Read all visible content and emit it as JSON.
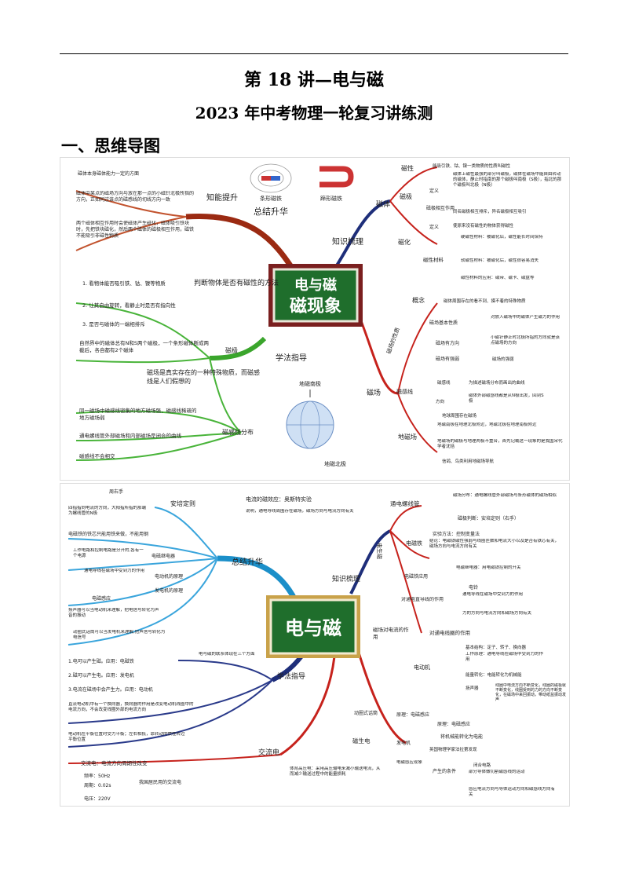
{
  "header": {
    "title": "第 18 讲—电与磁",
    "subtitle": "2023 年中考物理一轮复习讲练测",
    "section": "一、思维导图"
  },
  "map1": {
    "center": {
      "line1": "电与磁",
      "line2": "磁现象"
    },
    "branches": {
      "summary": "总结升华",
      "knowledge": "知识梳理",
      "method": "学法指导"
    },
    "left": {
      "zhineng": "知能提升",
      "top_note": "磁体本身磁体能力一定的方面",
      "note1": "磁体中某点的磁场方向与放在那一点的小磁针北极所指的方向，正如同过该点的磁感线的切线方向一致",
      "note2": "两个磁体相互作用时会使磁体产生磁化，磁体吸引铁块时，先把铁块磁化，然后两个磁体的磁极相互作用，磁铁不能吸引非磁性物质",
      "judge": "判断物体是否有磁性的方法",
      "judge_items": [
        "1. 看物体能否吸引铁、钴、镍等物质",
        "2. 让其自由旋转，看静止时是否有指向性",
        "3. 是否与磁体的一端相排斥"
      ],
      "pole_label": "磁极",
      "pole_text": "自然界中的磁体总有N和S两个磁极，一个条形磁体断成两截后，各自都有2个磁体",
      "field_text": "磁场是真实存在的一种特殊物质，而磁感线是人们假想的",
      "dist_label": "磁感线分布",
      "dist_items": [
        "同一磁场中磁感线密集的地方磁场强，磁感线稀疏的地方磁场弱",
        "通电螺线管外部磁场和内部磁场是闭合的曲线",
        "磁感线不会相交"
      ],
      "img1": "条形磁铁",
      "img2": "蹄形磁铁",
      "earth_top": "地磁南极",
      "earth_bottom": "地磁北极"
    },
    "right": {
      "magnet": "磁体",
      "magnetism": "磁性",
      "magnetism_text": "能吸引铁、钴、镍一类物质的性质叫磁性",
      "pole": "磁极",
      "def": "定义",
      "def_text": "磁体上磁性最强的部分叫磁极，磁体在磁场中能自由转动的磁体，静止时指南的那个磁极叫南极（S极），指北的那个磁极叫北极（N极）",
      "interact": "磁极相互作用",
      "interact_text": "同名磁极相互排斥，异名磁极相互吸引",
      "magnetize": "磁化",
      "magnetize_def": "定义",
      "magnetize_text": "使原来没有磁性的物体获得磁性",
      "material": "磁性材料",
      "soft": "硬磁性材料：被磁化后，磁性能长时间保持",
      "hard": "软磁性材料：被磁化后，磁性很容易消失",
      "apps": "磁性材料的应用：磁带、磁卡、磁盘等",
      "concept": "概念",
      "concept_text": "磁体周围存在的看不到、摸不着的特殊物质",
      "field": "磁场",
      "basic": "磁场基本性质",
      "basic_text": "对放入磁场中的磁体产生磁力的作用",
      "direction": "磁场有方向",
      "direction_text": "小磁针静止时北极所指的方向就是该点磁场的方向",
      "strength": "磁场有强弱",
      "strength_text": "磁场的强弱",
      "property": "磁场的性质",
      "lines": "磁感线",
      "lines_def": "磁感线",
      "lines_def_text": "为描述磁场分布而画出的曲线",
      "lines_dir": "方向",
      "lines_dir_text": "磁体外部磁感线都是从N极出发，回到S极",
      "geo": "地磁场",
      "geo_items": [
        "地球周围存在磁场",
        "地磁南极在地理北极附近，地磁北极在地理南极附近",
        "地磁场的磁极与地理两极不重合，首先记载这一现象的是我国宋代学者沈括",
        "信鸽、鸟类利用地磁场导航"
      ]
    }
  },
  "map2": {
    "center": "电与磁",
    "branches": {
      "summary": "总结升华",
      "knowledge": "知识梳理",
      "method": "学法指导",
      "generate_elec": "磁生电",
      "elec_gen_mag": "电生磁",
      "ac": "交流电"
    },
    "left": {
      "right_hand": "周右手",
      "ampere": "安培定则",
      "ampere_text": "四指指向电流的方向，大拇指所指的那端为螺线管的N极",
      "iron": "电磁铁的铁芯只能用铁来做，不能用钢",
      "relay_text": "工作电路和控制电路是分开的,各有一个电源",
      "relay": "电磁继电器",
      "motor_text": "通电导线在磁场中受到力的作用",
      "motor": "电动机的原理",
      "generator": "发电机的原理",
      "induction": "电磁感应",
      "speaker": "扬声器可以当电动机来理解，把电信号转化为声音的振动",
      "mic": "动圈式话筒可以当发电机来理解,把声信号转化为电信号",
      "relation": "电与磁的联系体现在三个方面",
      "relation_items": [
        "1.电可以产生磁。应用：电磁铁",
        "2.磁可以产生电。应用：发电机",
        "3.电流在磁场中会产生力。应用：电动机"
      ],
      "dc_motor": "直流电动机中有一个换向器，换向器的作用是改变电动机线圈中的电流方向，不会改变线圈外部的电流方向",
      "balance": "电动机在平衡位置时受力平衡；左右相抵，靠转动的惯性转过平衡位置",
      "ac_label": "交流电：电流方向周期性改变",
      "freq": "频率：50Hz",
      "period": "周期：0.02s",
      "voltage": "电压：220V",
      "china": "我国居民用的交流电"
    },
    "right": {
      "oersted": "电流的磁效应：奥斯特实验",
      "oersted_text": "说明，通电导线周围存在磁场，磁场方向与电流方向有关",
      "solenoid": "通电螺线管",
      "solenoid_dist": "磁场分布：通电螺线管外部磁场与条形磁体的磁场相似",
      "solenoid_judge": "磁极判断：安培定则（右手）",
      "electromagnet": "电磁铁",
      "em_method": "实验方法：控制变量法",
      "em_concl": "结论：电磁铁磁性强弱与线圈匝数和电流大小以及是否有铁芯有关，磁场方向与电流方向有关",
      "em_app": "电磁铁应用",
      "relay_app": "电磁继电器：用电磁铁控制的开关",
      "bell": "电铃",
      "effect": "磁场对电流的作用",
      "straight": "对通电直导线的作用",
      "straight1": "通电导线在磁场中受到力的作用",
      "straight2": "力的方向与电流方向和磁场方向有关",
      "coil": "对通电线圈的作用",
      "motor": "电动机",
      "structure": "基本结构：定子、转子、换向器",
      "work": "工作原理：通电导线在磁场中受到力的作用",
      "energy": "能量转化：电能转化为机械能",
      "speaker": "扬声器",
      "speaker_text": "线圈中电流方向不断变化，线圈的磁极就不断变化，线圈受到的力的方向不断变化，在磁场中来回振动，带动纸盆振动发声",
      "mic": "动圈式话筒",
      "mic_text": "原理：电磁感应",
      "generator": "发电机",
      "gen_principle": "原理：电磁感应",
      "gen_energy": "将机械能转化为电能",
      "faraday": "英国物理学家法拉第发现",
      "induction": "电磁感应现象",
      "conditions": "产生的条件",
      "cond1": "闭合电路",
      "cond2": "部分导体做切割磁感线的运动",
      "direction": "感应电流方向与导体运动方向和磁感线方向有关",
      "transmit": "体育高压电：采用高压输电来减小输送电流，从而减少输送过程中的能量损耗"
    }
  }
}
